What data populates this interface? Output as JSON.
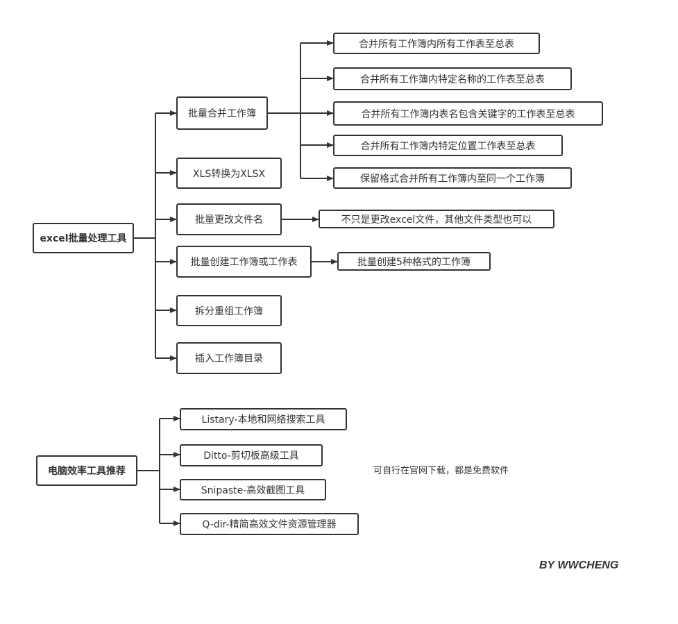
{
  "diagram1": {
    "root": "excel批量处理工具",
    "branches": [
      "批量合并工作簿",
      "XLS转换为XLSX",
      "批量更改文件名",
      "批量创建工作簿或工作表",
      "拆分重组工作簿",
      "插入工作簿目录"
    ],
    "merge_children": [
      "合并所有工作簿内所有工作表至总表",
      "合并所有工作簿内特定名称的工作表至总表",
      "合并所有工作簿内表名包含关键字的工作表至总表",
      "合并所有工作簿内特定位置工作表至总表",
      "保留格式合并所有工作簿内至同一个工作簿"
    ],
    "rename_child": "不只是更改excel文件，其他文件类型也可以",
    "create_child": "批量创建5种格式的工作簿"
  },
  "diagram2": {
    "root": "电脑效率工具推荐",
    "tools": [
      "Listary-本地和网络搜索工具",
      "Ditto-剪切板高级工具",
      "Snipaste-高效截图工具",
      "Q-dir-精简高效文件资源管理器"
    ],
    "note": "可自行在官网下载，都是免费软件"
  },
  "credit": "BY WWCHENG",
  "colors": {
    "line": "#333333",
    "border": "#333333",
    "text": "#333333"
  }
}
